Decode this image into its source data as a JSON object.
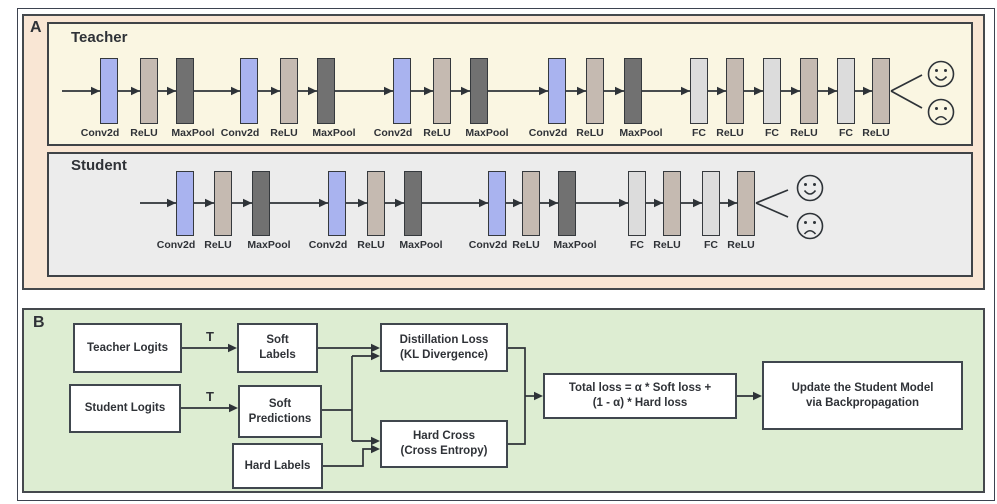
{
  "panelA": {
    "label": "A",
    "teacher": {
      "title": "Teacher",
      "layers": [
        "Conv2d",
        "ReLU",
        "MaxPool",
        "Conv2d",
        "ReLU",
        "MaxPool",
        "Conv2d",
        "ReLU",
        "MaxPool",
        "Conv2d",
        "ReLU",
        "MaxPool",
        "FC",
        "ReLU",
        "FC",
        "ReLU",
        "FC",
        "ReLU"
      ]
    },
    "student": {
      "title": "Student",
      "layers": [
        "Conv2d",
        "ReLU",
        "MaxPool",
        "Conv2d",
        "ReLU",
        "MaxPool",
        "Conv2d",
        "ReLU",
        "MaxPool",
        "FC",
        "ReLU",
        "FC",
        "ReLU"
      ]
    },
    "output_icons": [
      "happy-face",
      "sad-face"
    ]
  },
  "panelB": {
    "label": "B",
    "temperature_label": "T",
    "boxes": {
      "teacher_logits": "Teacher Logits",
      "soft_labels": "Soft\nLabels",
      "student_logits": "Student Logits",
      "soft_predictions": "Soft\nPredictions",
      "hard_labels": "Hard Labels",
      "distillation_loss": "Distillation Loss\n(KL Divergence)",
      "hard_cross": "Hard Cross\n(Cross Entropy)",
      "total_loss": "Total loss = α * Soft loss +\n(1 - α) * Hard loss",
      "update_model": "Update the Student Model\nvia Backpropagation"
    }
  },
  "colors": {
    "conv2d_block": "#a9b3ef",
    "relu_block": "#c5bab1",
    "maxpool_block": "#717171",
    "fc_block": "#dcdcdc",
    "panel_a_bg": "#f9e6d4",
    "teacher_bg": "#faf6e2",
    "student_bg": "#ececec",
    "panel_b_bg": "#ddedd2",
    "line": "#2e3338"
  }
}
